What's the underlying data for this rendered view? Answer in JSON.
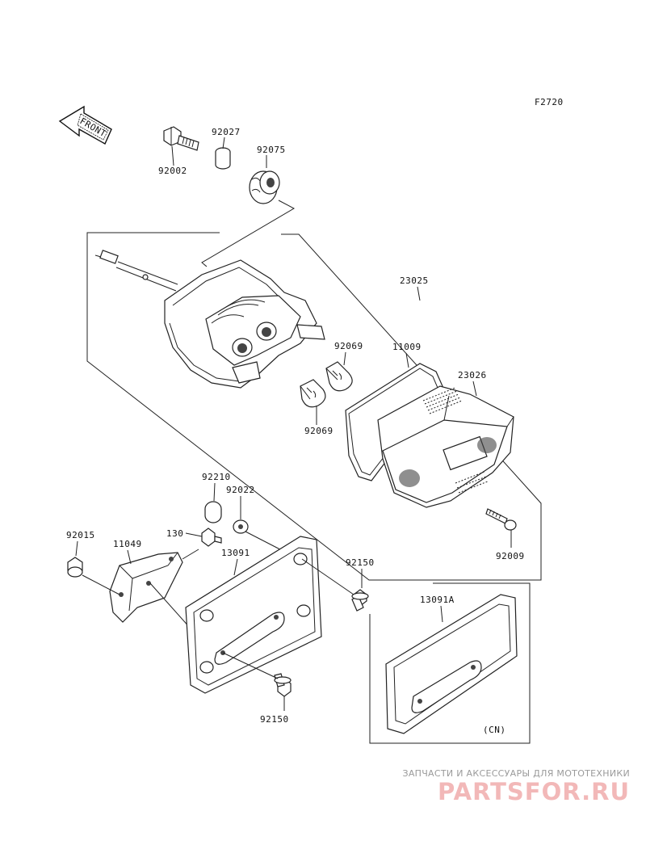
{
  "figure_code": "F2720",
  "front_label": "FRONT",
  "labels": {
    "p92002": "92002",
    "p92027": "92027",
    "p92075": "92075",
    "p23025": "23025",
    "p92069a": "92069",
    "p11009": "11009",
    "p23026": "23026",
    "p92069b": "92069",
    "p92009": "92009",
    "p92210": "92210",
    "p92022": "92022",
    "p130": "130",
    "p92015": "92015",
    "p11049": "11049",
    "p13091": "13091",
    "p92150a": "92150",
    "p92150b": "92150",
    "p13091A": "13091A",
    "cn": "(CN)"
  },
  "watermark": {
    "tagline": "ЗАПЧАСТИ И АКСЕССУАРЫ ДЛЯ МОТОТЕХНИКИ",
    "logo": "PARTSFOR.RU"
  }
}
